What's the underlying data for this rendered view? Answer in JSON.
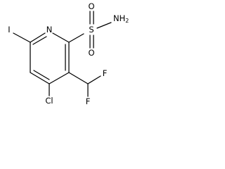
{
  "molecule": {
    "atoms": {
      "nitrogen_ring": "N",
      "iodine": "I",
      "sulfur": "S",
      "oxygen_top": "O",
      "oxygen_bottom": "O",
      "amine": "NH",
      "amine_subscript": "2",
      "chlorine": "Cl",
      "fluorine_top": "F",
      "fluorine_bottom": "F"
    }
  }
}
